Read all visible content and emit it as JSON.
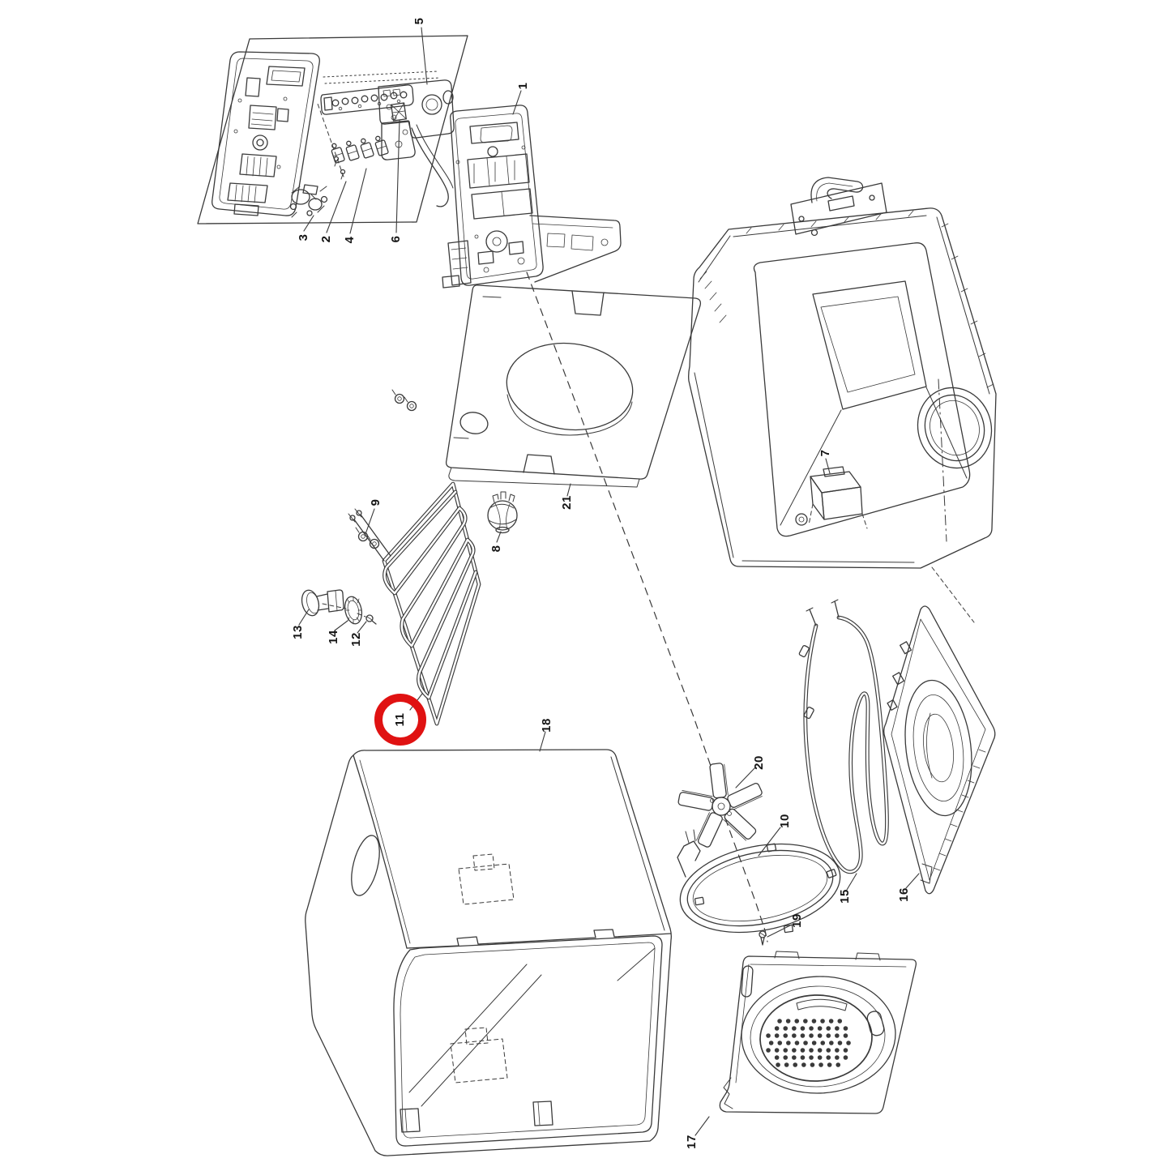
{
  "diagram": {
    "background_color": "#ffffff",
    "line_color": "#3a3a3a"
  },
  "highlight": {
    "part_number": "11",
    "color": "#e01212"
  },
  "parts": [
    {
      "number": "1"
    },
    {
      "number": "2"
    },
    {
      "number": "3"
    },
    {
      "number": "4"
    },
    {
      "number": "5"
    },
    {
      "number": "6"
    },
    {
      "number": "7"
    },
    {
      "number": "8"
    },
    {
      "number": "9"
    },
    {
      "number": "10"
    },
    {
      "number": "11"
    },
    {
      "number": "12"
    },
    {
      "number": "13"
    },
    {
      "number": "14"
    },
    {
      "number": "15"
    },
    {
      "number": "16"
    },
    {
      "number": "17"
    },
    {
      "number": "18"
    },
    {
      "number": "19"
    },
    {
      "number": "20"
    },
    {
      "number": "21"
    }
  ]
}
